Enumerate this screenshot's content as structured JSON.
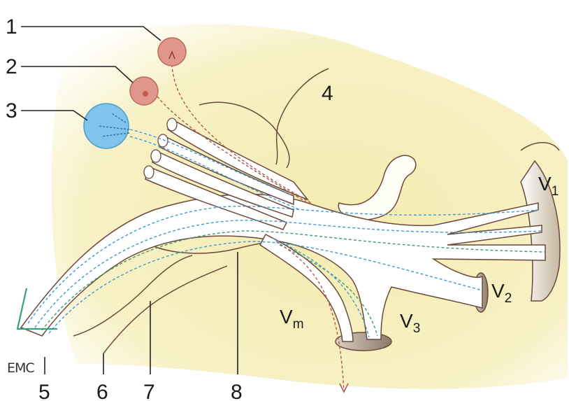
{
  "labels": {
    "n1": "1",
    "n2": "2",
    "n3": "3",
    "n4": "4",
    "n5": "5",
    "n6": "6",
    "n7": "7",
    "n8": "8",
    "v1_base": "V",
    "v1_sub": "1",
    "v2_base": "V",
    "v2_sub": "2",
    "v3_base": "V",
    "v3_sub": "3",
    "vm_base": "V",
    "vm_sub": "m",
    "signature": "EMC"
  },
  "colors": {
    "background_tint": "#f6f0b8",
    "nucleus_red": "#e0968a",
    "nucleus_blue": "#7fc4ea",
    "arrow_green": "#3aa07a"
  }
}
